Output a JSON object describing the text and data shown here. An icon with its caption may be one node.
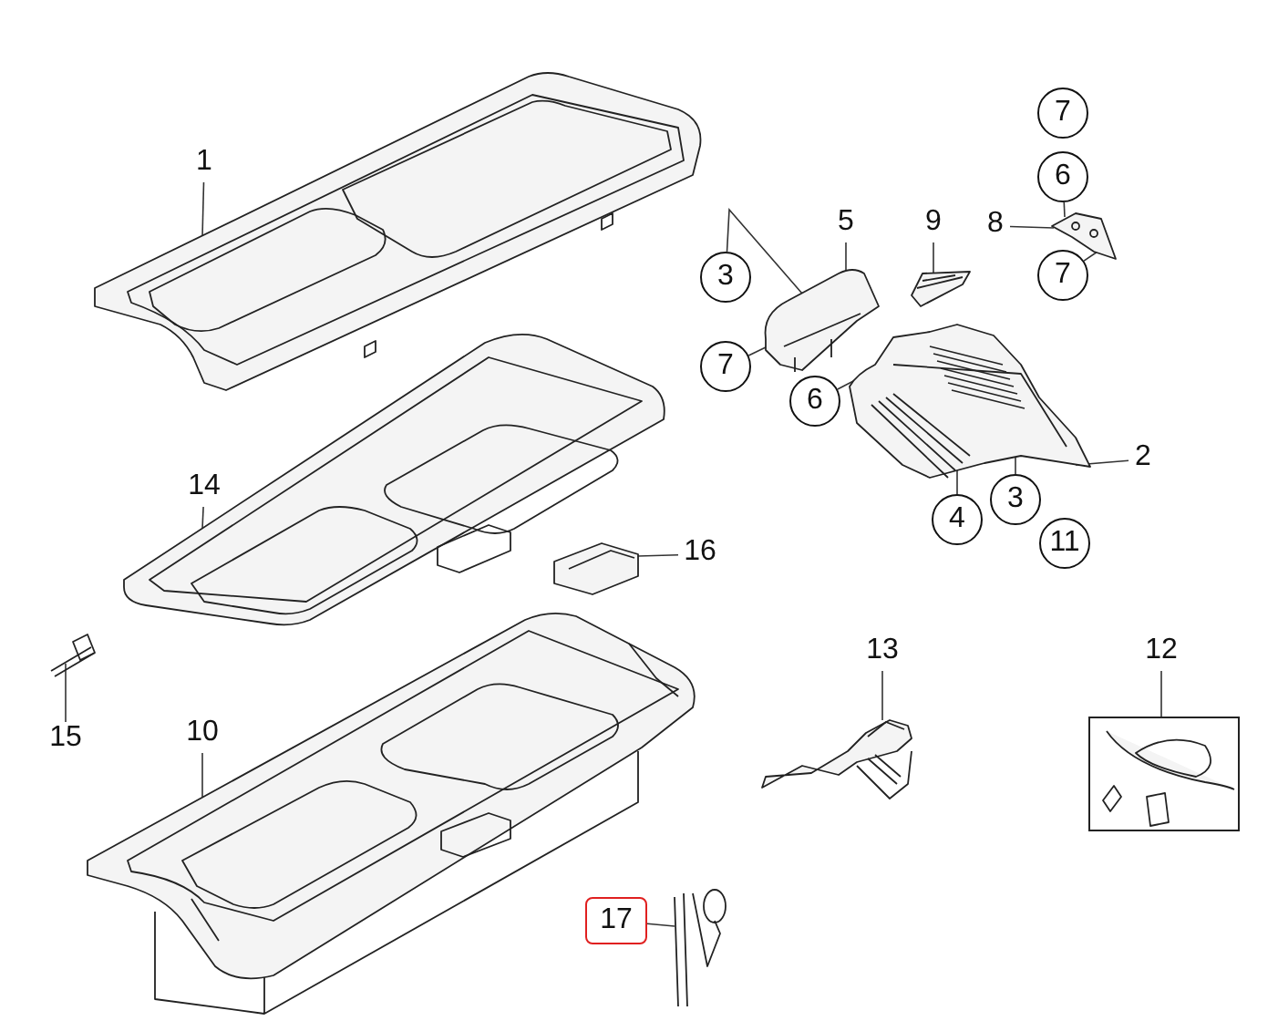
{
  "diagram": {
    "nodes": [
      {
        "text": [
          "1"
        ]
      },
      {
        "text": [
          "3"
        ]
      },
      {
        "text": [
          "5"
        ]
      },
      {
        "text": [
          "9"
        ]
      },
      {
        "text": [
          "7"
        ]
      },
      {
        "text": [
          "6"
        ]
      },
      {
        "text": [
          "8"
        ]
      },
      {
        "text": [
          "7"
        ]
      },
      {
        "text": [
          "7"
        ]
      },
      {
        "text": [
          "6"
        ]
      },
      {
        "text": [
          "2"
        ]
      },
      {
        "text": [
          "14"
        ]
      },
      {
        "text": [
          "3"
        ]
      },
      {
        "text": [
          "4"
        ]
      },
      {
        "text": [
          "11"
        ]
      },
      {
        "text": [
          "16"
        ]
      },
      {
        "text": [
          "13"
        ]
      },
      {
        "text": [
          "12"
        ]
      },
      {
        "text": [
          "10"
        ]
      },
      {
        "text": [
          "15"
        ]
      },
      {
        "text": [
          "17"
        ]
      },
      {
        "text": [],
        "shape": "picture"
      },
      {
        "text": [],
        "shape": "picture"
      },
      {
        "text": [],
        "shape": "picture"
      },
      {
        "text": [],
        "shape": "picture"
      },
      {
        "text": [],
        "shape": "picture"
      },
      {
        "text": [],
        "shape": "picture"
      },
      {
        "text": [],
        "shape": "picture"
      },
      {
        "text": [],
        "shape": "picture"
      },
      {
        "text": [],
        "shape": "picture"
      },
      {
        "text": [],
        "shape": "picture"
      },
      {
        "text": [],
        "shape": "box"
      },
      {
        "text": [],
        "shape": "picture",
        "in": 31
      },
      {
        "text": [],
        "shape": "picture"
      }
    ],
    "edges": [
      {
        "from": 0,
        "to": 21,
        "arrow": "none"
      },
      {
        "from": 1,
        "to": 22,
        "arrow": "none"
      },
      {
        "from": 2,
        "to": 22,
        "arrow": "none"
      },
      {
        "from": 3,
        "to": 23,
        "arrow": "none"
      },
      {
        "from": 5,
        "to": 24,
        "arrow": "none"
      },
      {
        "from": 6,
        "to": 24,
        "arrow": "none"
      },
      {
        "from": 7,
        "to": 24,
        "arrow": "none"
      },
      {
        "from": 8,
        "to": 22,
        "arrow": "none"
      },
      {
        "from": 9,
        "to": 25,
        "arrow": "none"
      },
      {
        "from": 10,
        "to": 25,
        "arrow": "none"
      },
      {
        "from": 11,
        "to": 26,
        "arrow": "none"
      },
      {
        "from": 12,
        "to": 25,
        "arrow": "none"
      },
      {
        "from": 13,
        "to": 25,
        "arrow": "none"
      },
      {
        "from": 15,
        "to": 27,
        "arrow": "none"
      },
      {
        "from": 16,
        "to": 30,
        "arrow": "none"
      },
      {
        "from": 17,
        "to": 31,
        "arrow": "none"
      },
      {
        "from": 18,
        "to": 29,
        "arrow": "none"
      },
      {
        "from": 19,
        "to": 28,
        "arrow": "none"
      },
      {
        "from": 20,
        "to": 33,
        "arrow": "none"
      }
    ]
  }
}
